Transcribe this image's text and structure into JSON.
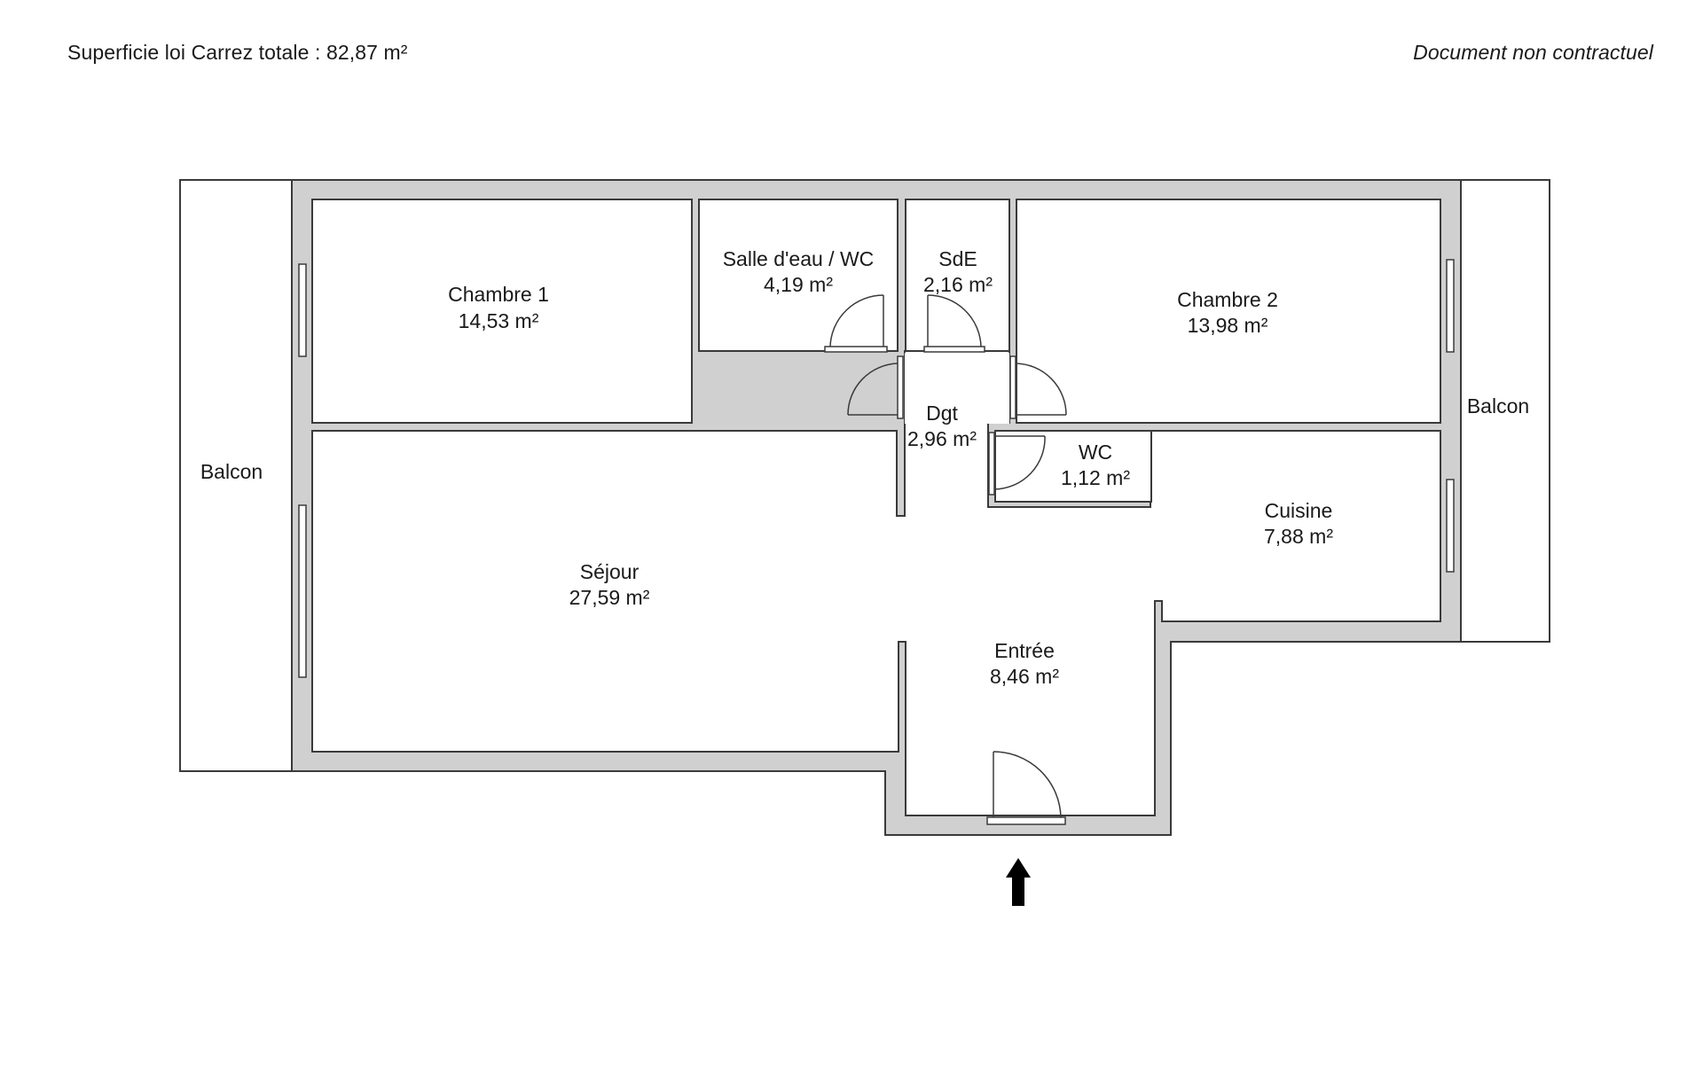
{
  "header": {
    "total_area": "Superficie loi Carrez totale : 82,87 m²",
    "disclaimer": "Document non contractuel"
  },
  "rooms": {
    "chambre1": {
      "name": "Chambre 1",
      "area": "14,53 m²"
    },
    "salle_eau": {
      "name": "Salle d'eau / WC",
      "area": "4,19 m²"
    },
    "sde": {
      "name": "SdE",
      "area": "2,16 m²"
    },
    "chambre2": {
      "name": "Chambre 2",
      "area": "13,98 m²"
    },
    "dgt": {
      "name": "Dgt",
      "area": "2,96 m²"
    },
    "wc": {
      "name": "WC",
      "area": "1,12 m²"
    },
    "cuisine": {
      "name": "Cuisine",
      "area": "7,88 m²"
    },
    "sejour": {
      "name": "Séjour",
      "area": "27,59 m²"
    },
    "entree": {
      "name": "Entrée",
      "area": "8,46 m²"
    },
    "balcon_left": {
      "name": "Balcon"
    },
    "balcon_right": {
      "name": "Balcon"
    }
  },
  "colors": {
    "wall": "#d0d0d0",
    "outline": "#3a3a3a",
    "arrow": "#000000"
  }
}
